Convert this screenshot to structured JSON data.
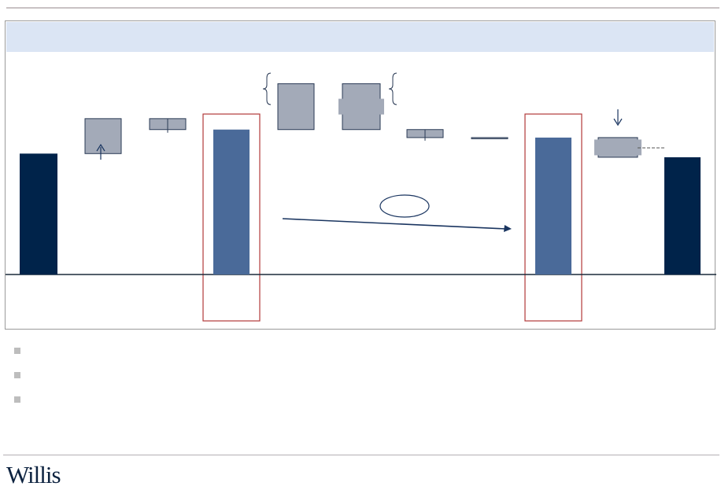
{
  "brand": {
    "logo_text": "Willis",
    "logo_color": "#0d2340"
  },
  "colors": {
    "header_band": "#dbe5f4",
    "total_bar": "#00234a",
    "subtotal_bar": "#4a6a99",
    "step_box": "#a3aab8",
    "highlight_outline": "#b23a3a",
    "arrow": "#1a3560"
  },
  "chart_data": {
    "type": "bar",
    "subtype": "waterfall",
    "title": "",
    "xlabel": "",
    "ylabel": "",
    "ylim": [
      0,
      270
    ],
    "steps": [
      {
        "kind": "total",
        "start": 0,
        "end": 166
      },
      {
        "kind": "increase",
        "start": 166,
        "end": 214
      },
      {
        "kind": "increase",
        "start": 214,
        "end": 199
      },
      {
        "kind": "subtotal",
        "start": 0,
        "end": 199
      },
      {
        "kind": "increase",
        "start": 199,
        "end": 262
      },
      {
        "kind": "decrease",
        "start": 262,
        "end": 199
      },
      {
        "kind": "decrease",
        "start": 199,
        "end": 188
      },
      {
        "kind": "decrease",
        "start": 188,
        "end": 188
      },
      {
        "kind": "subtotal",
        "start": 0,
        "end": 188
      },
      {
        "kind": "decrease",
        "start": 188,
        "end": 161
      },
      {
        "kind": "total",
        "start": 0,
        "end": 161
      }
    ],
    "highlighted_steps": [
      3,
      8
    ],
    "grid": false,
    "legend": "none"
  },
  "bullets": [
    "",
    "",
    ""
  ]
}
